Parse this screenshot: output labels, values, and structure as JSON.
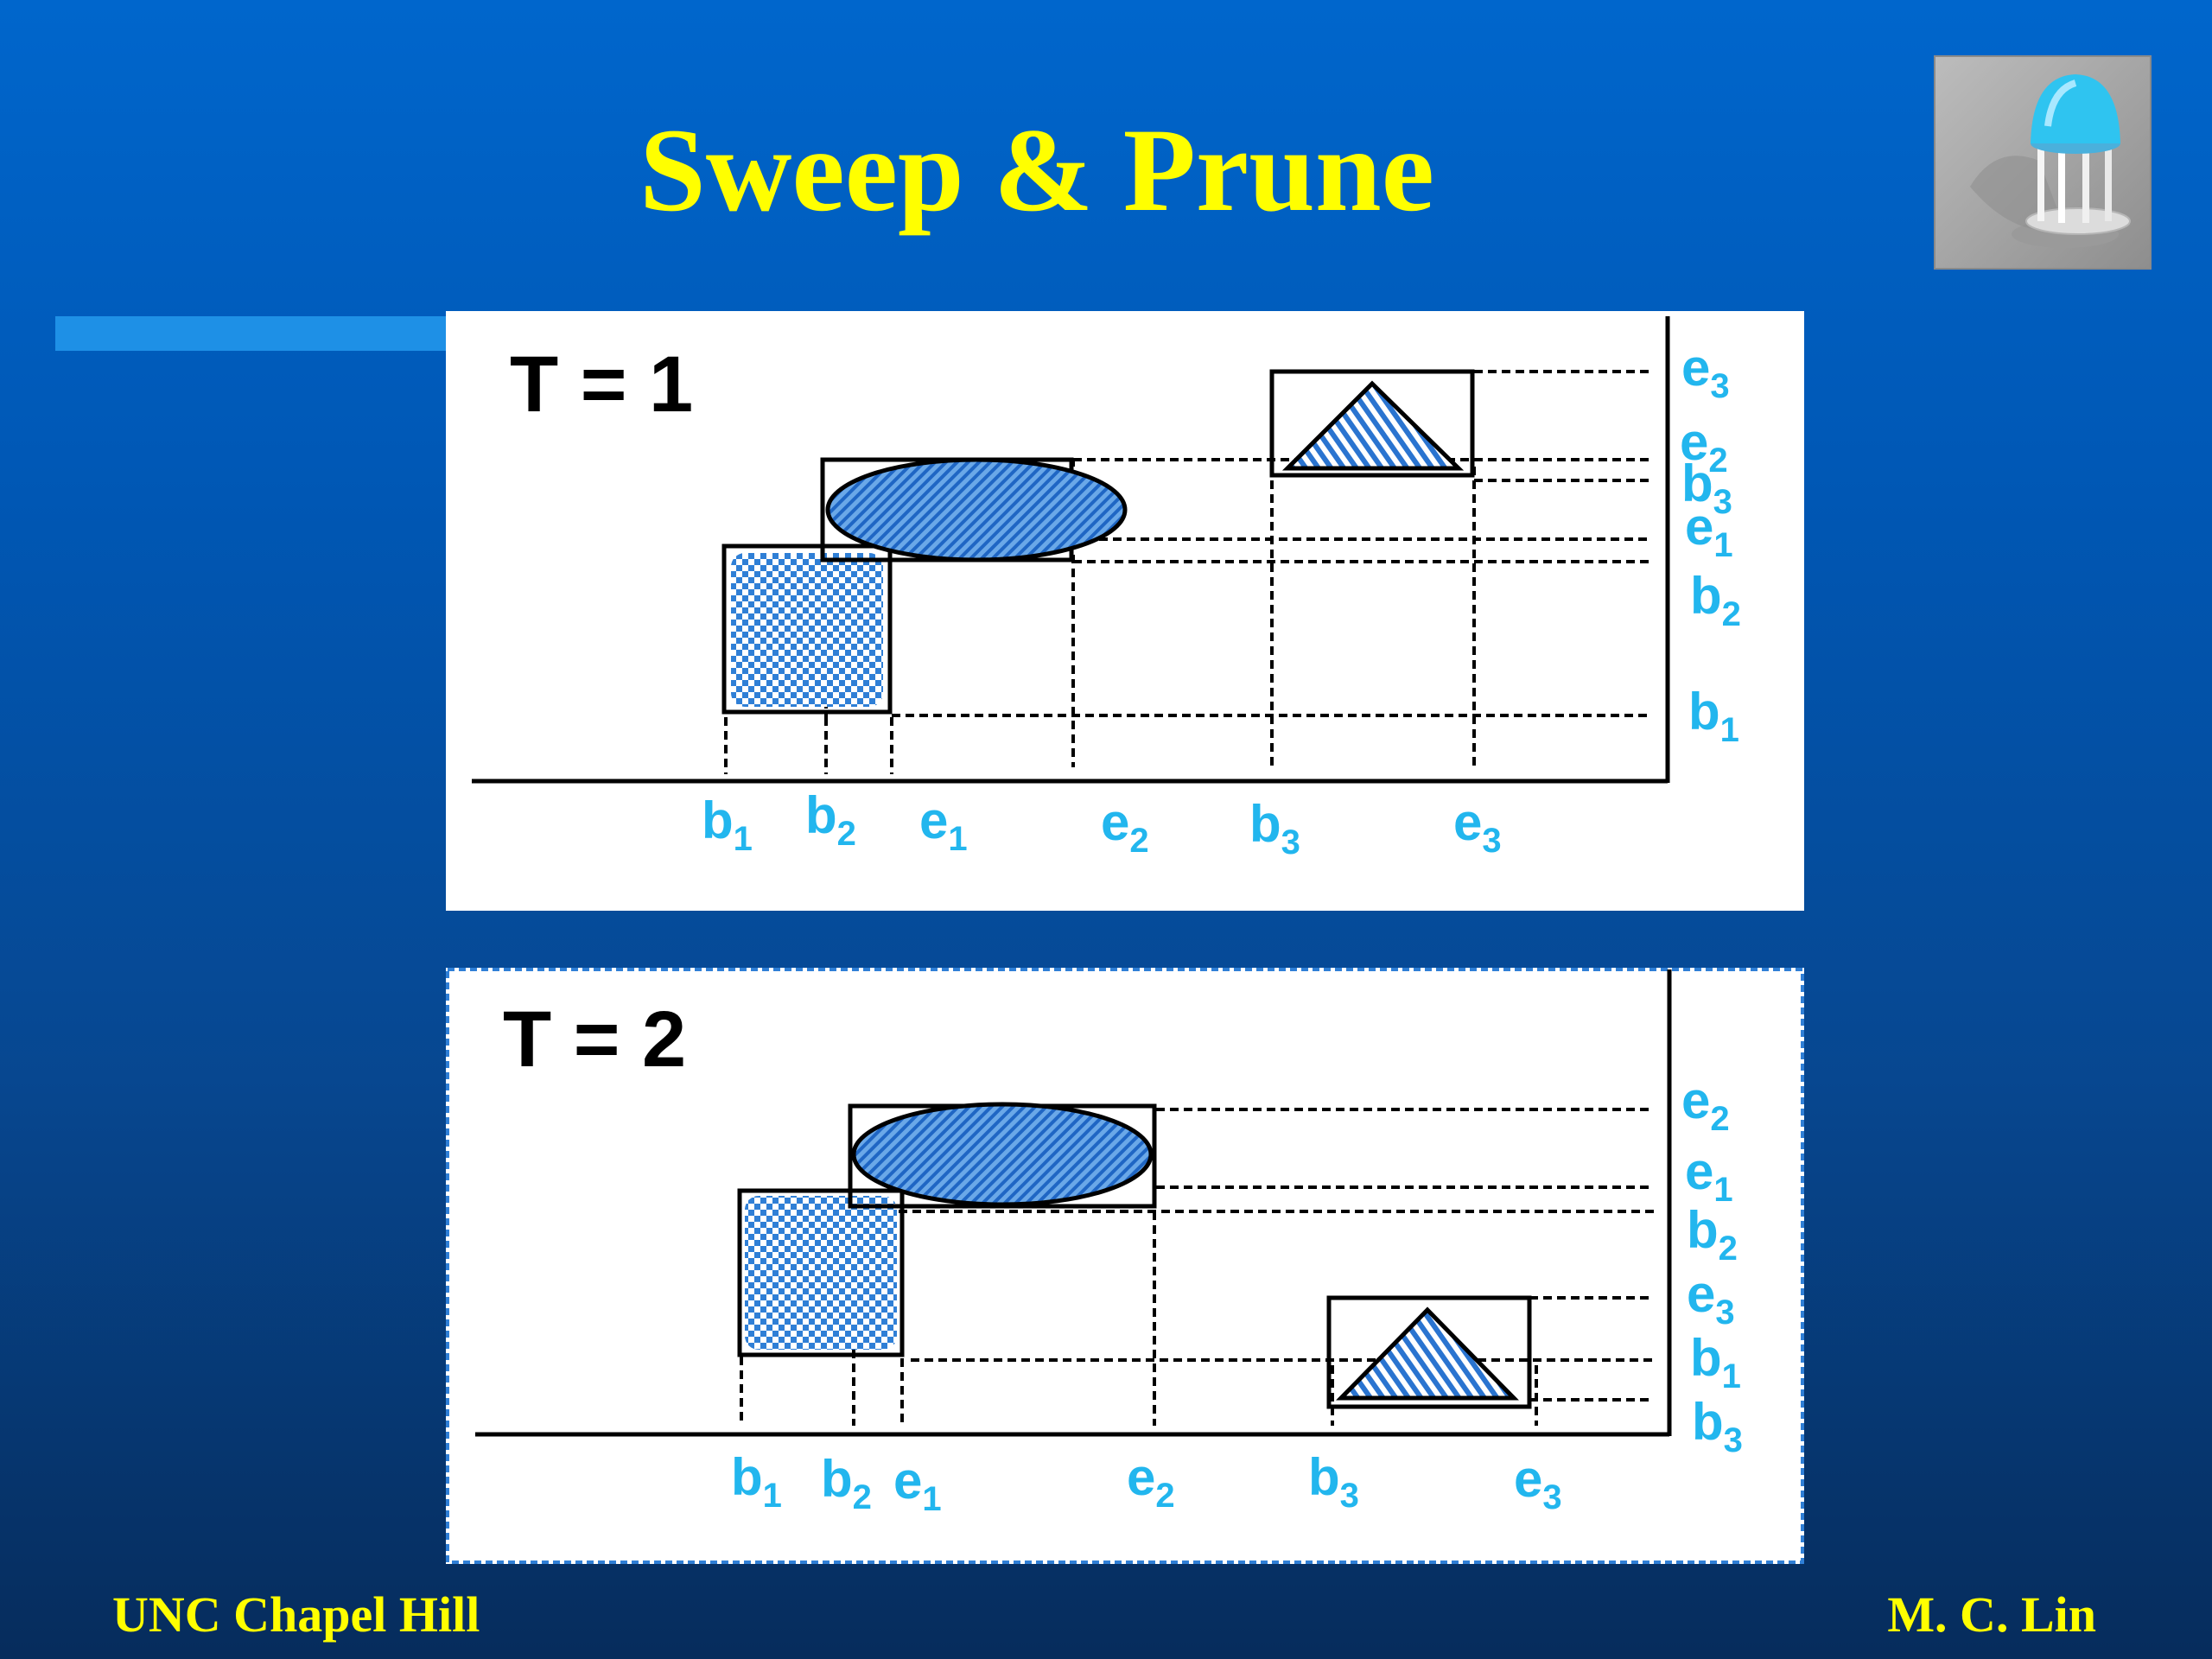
{
  "slide": {
    "title": "Sweep & Prune",
    "footer_left": "UNC Chapel Hill",
    "footer_right": "M. C. Lin"
  },
  "panels": [
    {
      "title": "T = 1",
      "x_axis_labels": [
        {
          "base": "b",
          "sub": "1"
        },
        {
          "base": "b",
          "sub": "2"
        },
        {
          "base": "e",
          "sub": "1"
        },
        {
          "base": "e",
          "sub": "2"
        },
        {
          "base": "b",
          "sub": "3"
        },
        {
          "base": "e",
          "sub": "3"
        }
      ],
      "y_axis_labels": [
        {
          "base": "e",
          "sub": "3"
        },
        {
          "base": "e",
          "sub": "2"
        },
        {
          "base": "b",
          "sub": "3"
        },
        {
          "base": "e",
          "sub": "1"
        },
        {
          "base": "b",
          "sub": "2"
        },
        {
          "base": "b",
          "sub": "1"
        }
      ]
    },
    {
      "title": "T = 2",
      "x_axis_labels": [
        {
          "base": "b",
          "sub": "1"
        },
        {
          "base": "b",
          "sub": "2"
        },
        {
          "base": "e",
          "sub": "1"
        },
        {
          "base": "e",
          "sub": "2"
        },
        {
          "base": "b",
          "sub": "3"
        },
        {
          "base": "e",
          "sub": "3"
        }
      ],
      "y_axis_labels": [
        {
          "base": "e",
          "sub": "2"
        },
        {
          "base": "e",
          "sub": "1"
        },
        {
          "base": "b",
          "sub": "2"
        },
        {
          "base": "e",
          "sub": "3"
        },
        {
          "base": "b",
          "sub": "1"
        },
        {
          "base": "b",
          "sub": "3"
        }
      ]
    }
  ],
  "colors": {
    "title": "#ffff00",
    "label": "#22b6ee",
    "shape_fill": "#2f7fd6"
  },
  "icons": {
    "logo": "old-well-icon"
  }
}
